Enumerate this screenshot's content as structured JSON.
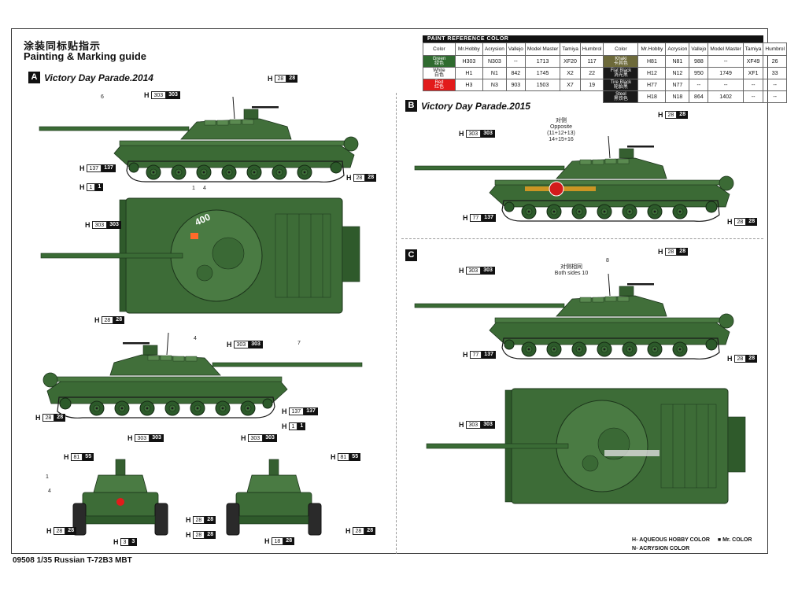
{
  "header": {
    "title_cn": "涂装同标贴指示",
    "title_en": "Painting & Marking guide"
  },
  "sections": {
    "a": {
      "letter": "A",
      "label": "Victory Day Parade.2014"
    },
    "b": {
      "letter": "B",
      "label": "Victory Day Parade.2015"
    },
    "c": {
      "letter": "C",
      "label": ""
    }
  },
  "paint_table": {
    "title": "PAINT  REFERENCE COLOR",
    "headers": [
      "Color",
      "Mr.Hobby",
      "Acrysion",
      "Vallejo",
      "Model Master",
      "Tamiya",
      "Humbrol"
    ],
    "left": [
      {
        "name": "Green",
        "cn": "绿色",
        "swatch": "#2f6b2f",
        "mrhobby": "303",
        "acrysion": "303",
        "vallejo": "--",
        "model_master": "1713",
        "tamiya": "XF20",
        "humbrol": "117"
      },
      {
        "name": "White",
        "cn": "白色",
        "swatch": "#ffffff",
        "mrhobby": "1",
        "acrysion": "1",
        "vallejo": "842",
        "model_master": "1745",
        "tamiya": "X2",
        "humbrol": "22"
      },
      {
        "name": "Red",
        "cn": "红色",
        "swatch": "#e21b1b",
        "mrhobby": "3",
        "acrysion": "3",
        "vallejo": "903",
        "model_master": "1503",
        "tamiya": "X7",
        "humbrol": "19"
      }
    ],
    "right": [
      {
        "name": "Khaki",
        "cn": "卡其色",
        "swatch": "#6d6a3a",
        "mrhobby": "81",
        "acrysion": "81",
        "vallejo": "988",
        "model_master": "--",
        "tamiya": "XF49",
        "humbrol": "26"
      },
      {
        "name": "Flat Black",
        "cn": "消光黑",
        "swatch": "#1a1a1a",
        "mrhobby": "12",
        "acrysion": "12",
        "vallejo": "950",
        "model_master": "1749",
        "tamiya": "XF1",
        "humbrol": "33"
      },
      {
        "name": "Tire Black",
        "cn": "轮胎黑",
        "swatch": "#1a1a1a",
        "mrhobby": "77",
        "acrysion": "77",
        "vallejo": "--",
        "model_master": "--",
        "tamiya": "--",
        "humbrol": "--"
      },
      {
        "name": "Steel",
        "cn": "黑铁色",
        "swatch": "#1a1a1a",
        "mrhobby": "18",
        "acrysion": "18",
        "vallejo": "864",
        "model_master": "1402",
        "tamiya": "--",
        "humbrol": "--"
      }
    ]
  },
  "callouts": {
    "h": "H",
    "c303": "303",
    "c28": "28",
    "c137": "137",
    "c1": "1",
    "c81": "81",
    "c55": "55",
    "c3": "3"
  },
  "labels": {
    "opposite_cn": "对侧",
    "opposite_en": "Opposite",
    "opposite_nums": "(11+12+13)",
    "opposite_nums2": "14+15+16",
    "both_cn": "对侧相同",
    "both_en": "Both sides",
    "n1": "1",
    "n4": "4",
    "n6": "6",
    "n7": "7",
    "n8": "8",
    "n10": "10"
  },
  "legend": {
    "h_marker": "H",
    "h_text": "AQUEOUS HOBBY COLOR",
    "mr_text": "Mr. COLOR",
    "n_marker": "N",
    "n_text": "ACRYSION COLOR"
  },
  "footer": {
    "text": "09508 1/35 Russian T-72B3 MBT"
  }
}
